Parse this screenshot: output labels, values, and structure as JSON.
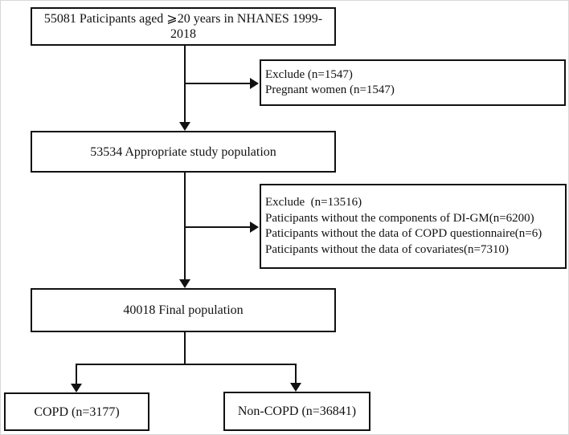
{
  "figure": {
    "background_color": "#ffffff",
    "line_color": "#111111",
    "boxes": {
      "population": {
        "label": "55081 Paticipants aged ⩾20 years in NHANES 1999-2018"
      },
      "exclude1": {
        "lines": [
          "Exclude (n=1547)",
          "Pregnant women (n=1547)"
        ]
      },
      "appropriate": {
        "label": "53534 Appropriate study population"
      },
      "exclude2": {
        "lines": [
          "Exclude  (n=13516)",
          "Paticipants without the components of DI-GM(n=6200)",
          "Paticipants without the data of COPD questionnaire(n=6)",
          "Paticipants without the data of covariates(n=7310)"
        ]
      },
      "final": {
        "label": "40018 Final population"
      },
      "copd": {
        "label": "COPD (n=3177)"
      },
      "noncopd": {
        "label": "Non-COPD (n=36841)"
      }
    }
  }
}
